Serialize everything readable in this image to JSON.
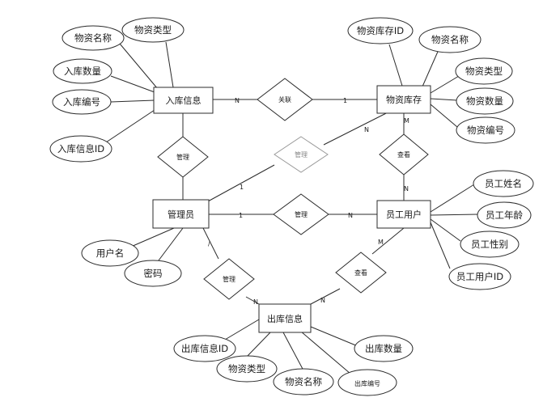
{
  "entities": {
    "inbound": "入库信息",
    "stock": "物资库存",
    "admin": "管理员",
    "staff": "员工用户",
    "outbound": "出库信息"
  },
  "relationships": {
    "link": "关联",
    "admin_inbound": "管理",
    "admin_stock": "管理",
    "admin_staff": "管理",
    "staff_stock": "查看",
    "admin_outbound": "管理",
    "staff_outbound": "查看"
  },
  "attributes": {
    "in_name": "物资名称",
    "in_type": "物资类型",
    "in_qty": "入库数量",
    "in_no": "入库编号",
    "in_id": "入库信息ID",
    "st_id": "物资库存ID",
    "st_name": "物资名称",
    "st_type": "物资类型",
    "st_qty": "物资数量",
    "st_no": "物资编号",
    "sf_name": "员工姓名",
    "sf_age": "员工年龄",
    "sf_gender": "员工性别",
    "sf_id": "员工用户ID",
    "ad_user": "用户名",
    "ad_pwd": "密码",
    "out_id": "出库信息ID",
    "out_type": "物资类型",
    "out_name": "物资名称",
    "out_no": "出库编号",
    "out_qty": "出库数量"
  },
  "cardinalities": {
    "inbound_link": "N",
    "link_stock": "1",
    "stock_adminrel": "N",
    "adminrel_admin": "1",
    "stock_view": "M",
    "view_staff": "N",
    "admin_rel3": "1",
    "rel3_staff": "N",
    "admin_outrel": "/",
    "outrel_outbound": "N",
    "staff_view2": "M",
    "view2_outbound": "N"
  }
}
